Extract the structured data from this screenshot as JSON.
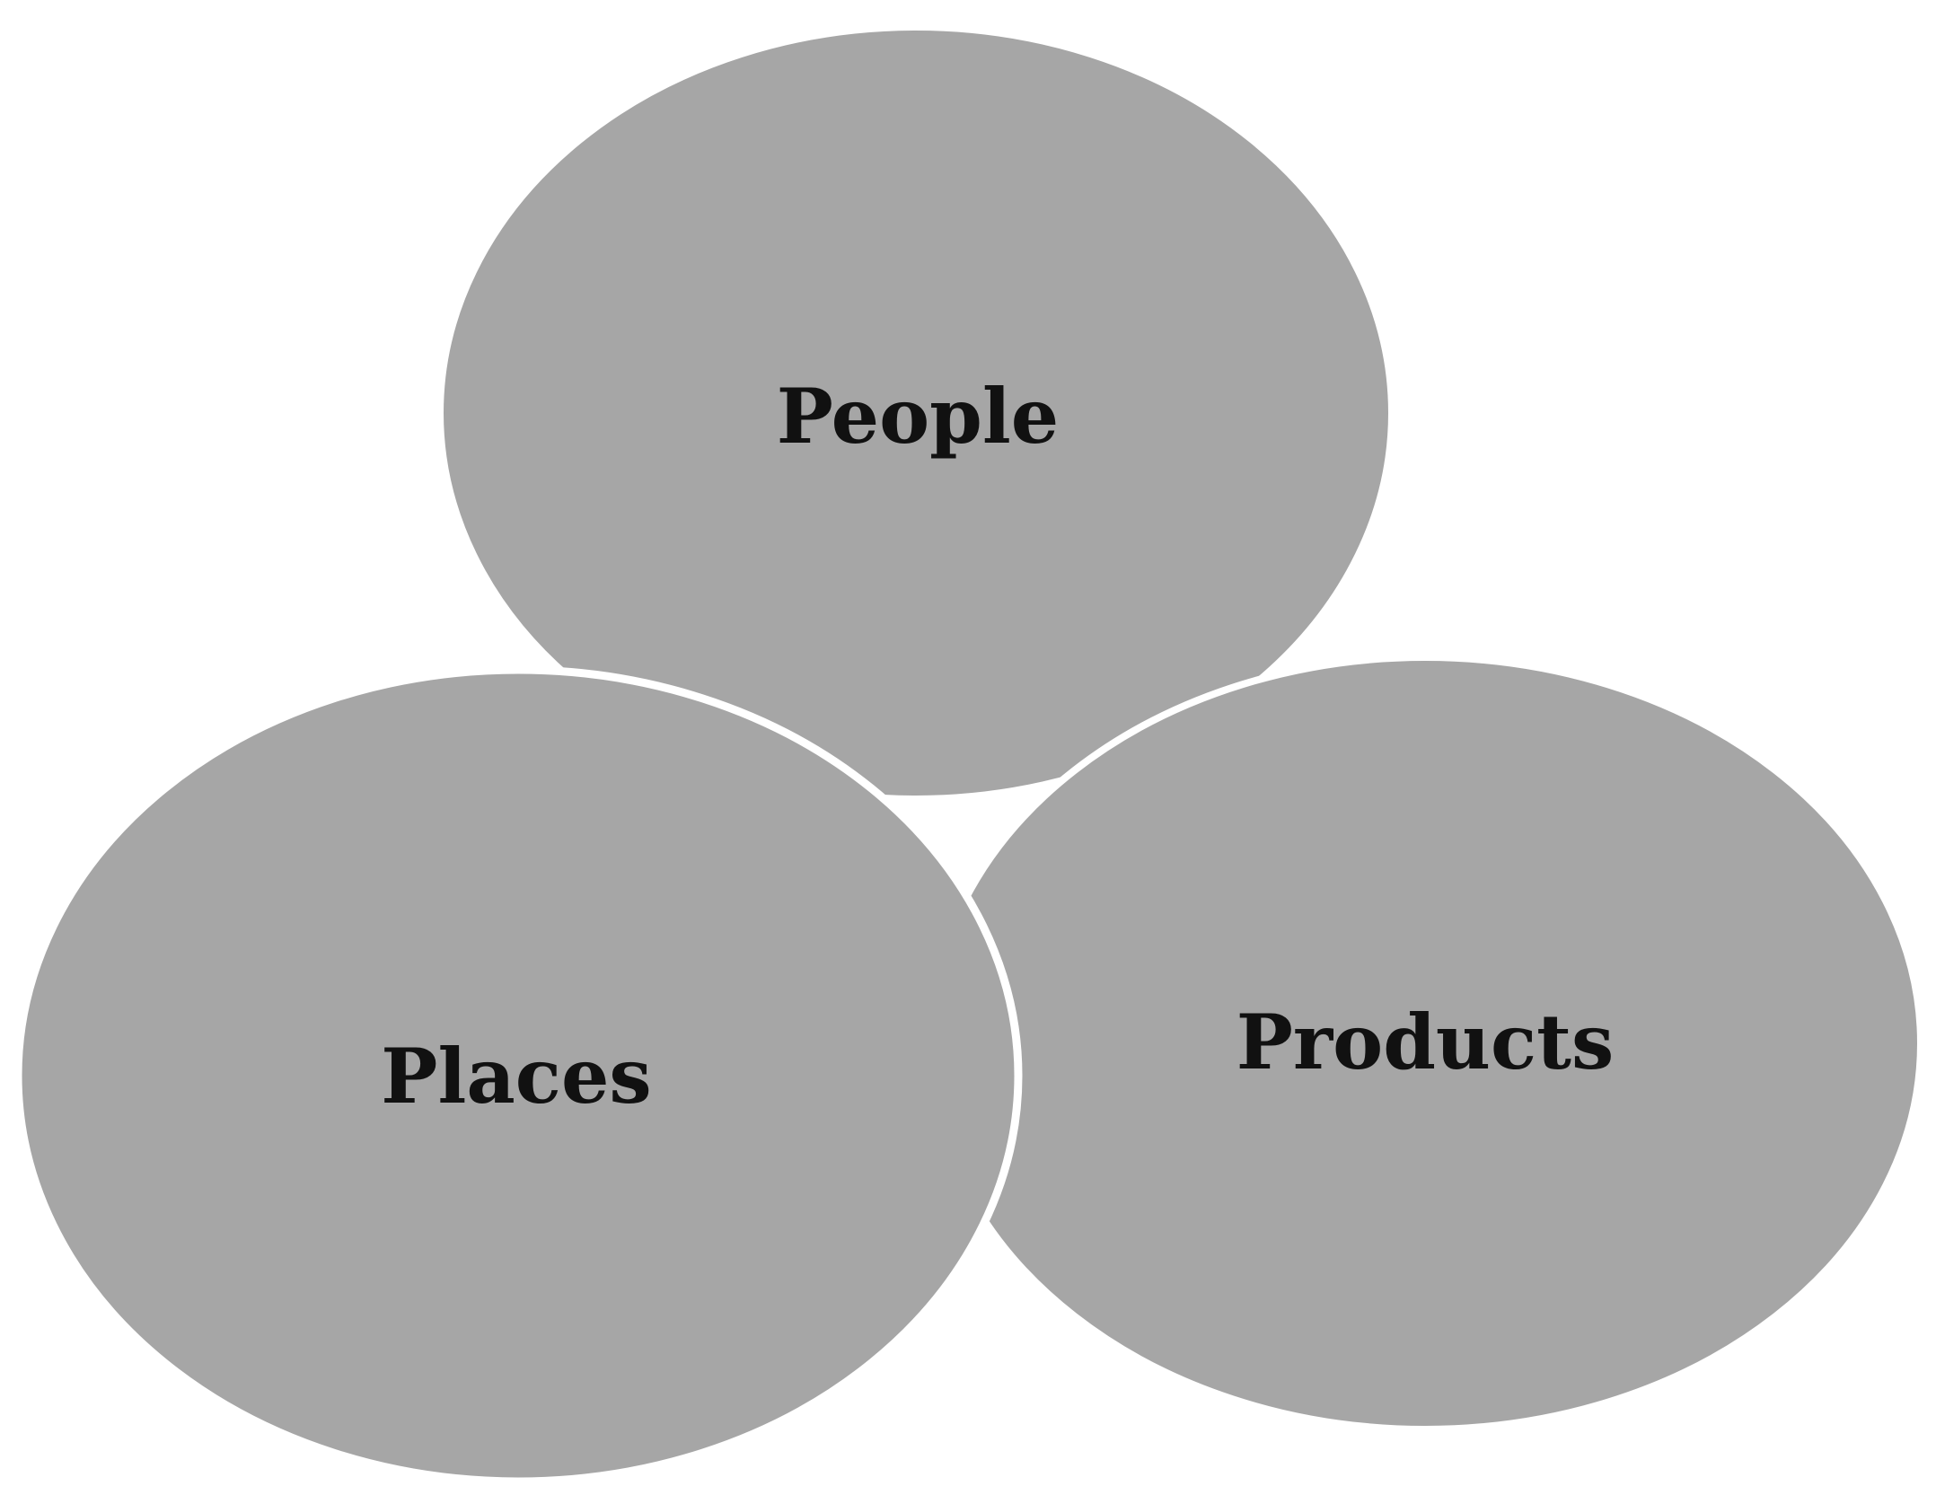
{
  "diagram": {
    "circles": {
      "people": {
        "label": "People"
      },
      "places": {
        "label": "Places"
      },
      "products": {
        "label": "Products"
      }
    },
    "colors": {
      "fill": "#a6a6a6",
      "outline": "#ffffff",
      "text": "#111111",
      "background": "#ffffff"
    }
  }
}
